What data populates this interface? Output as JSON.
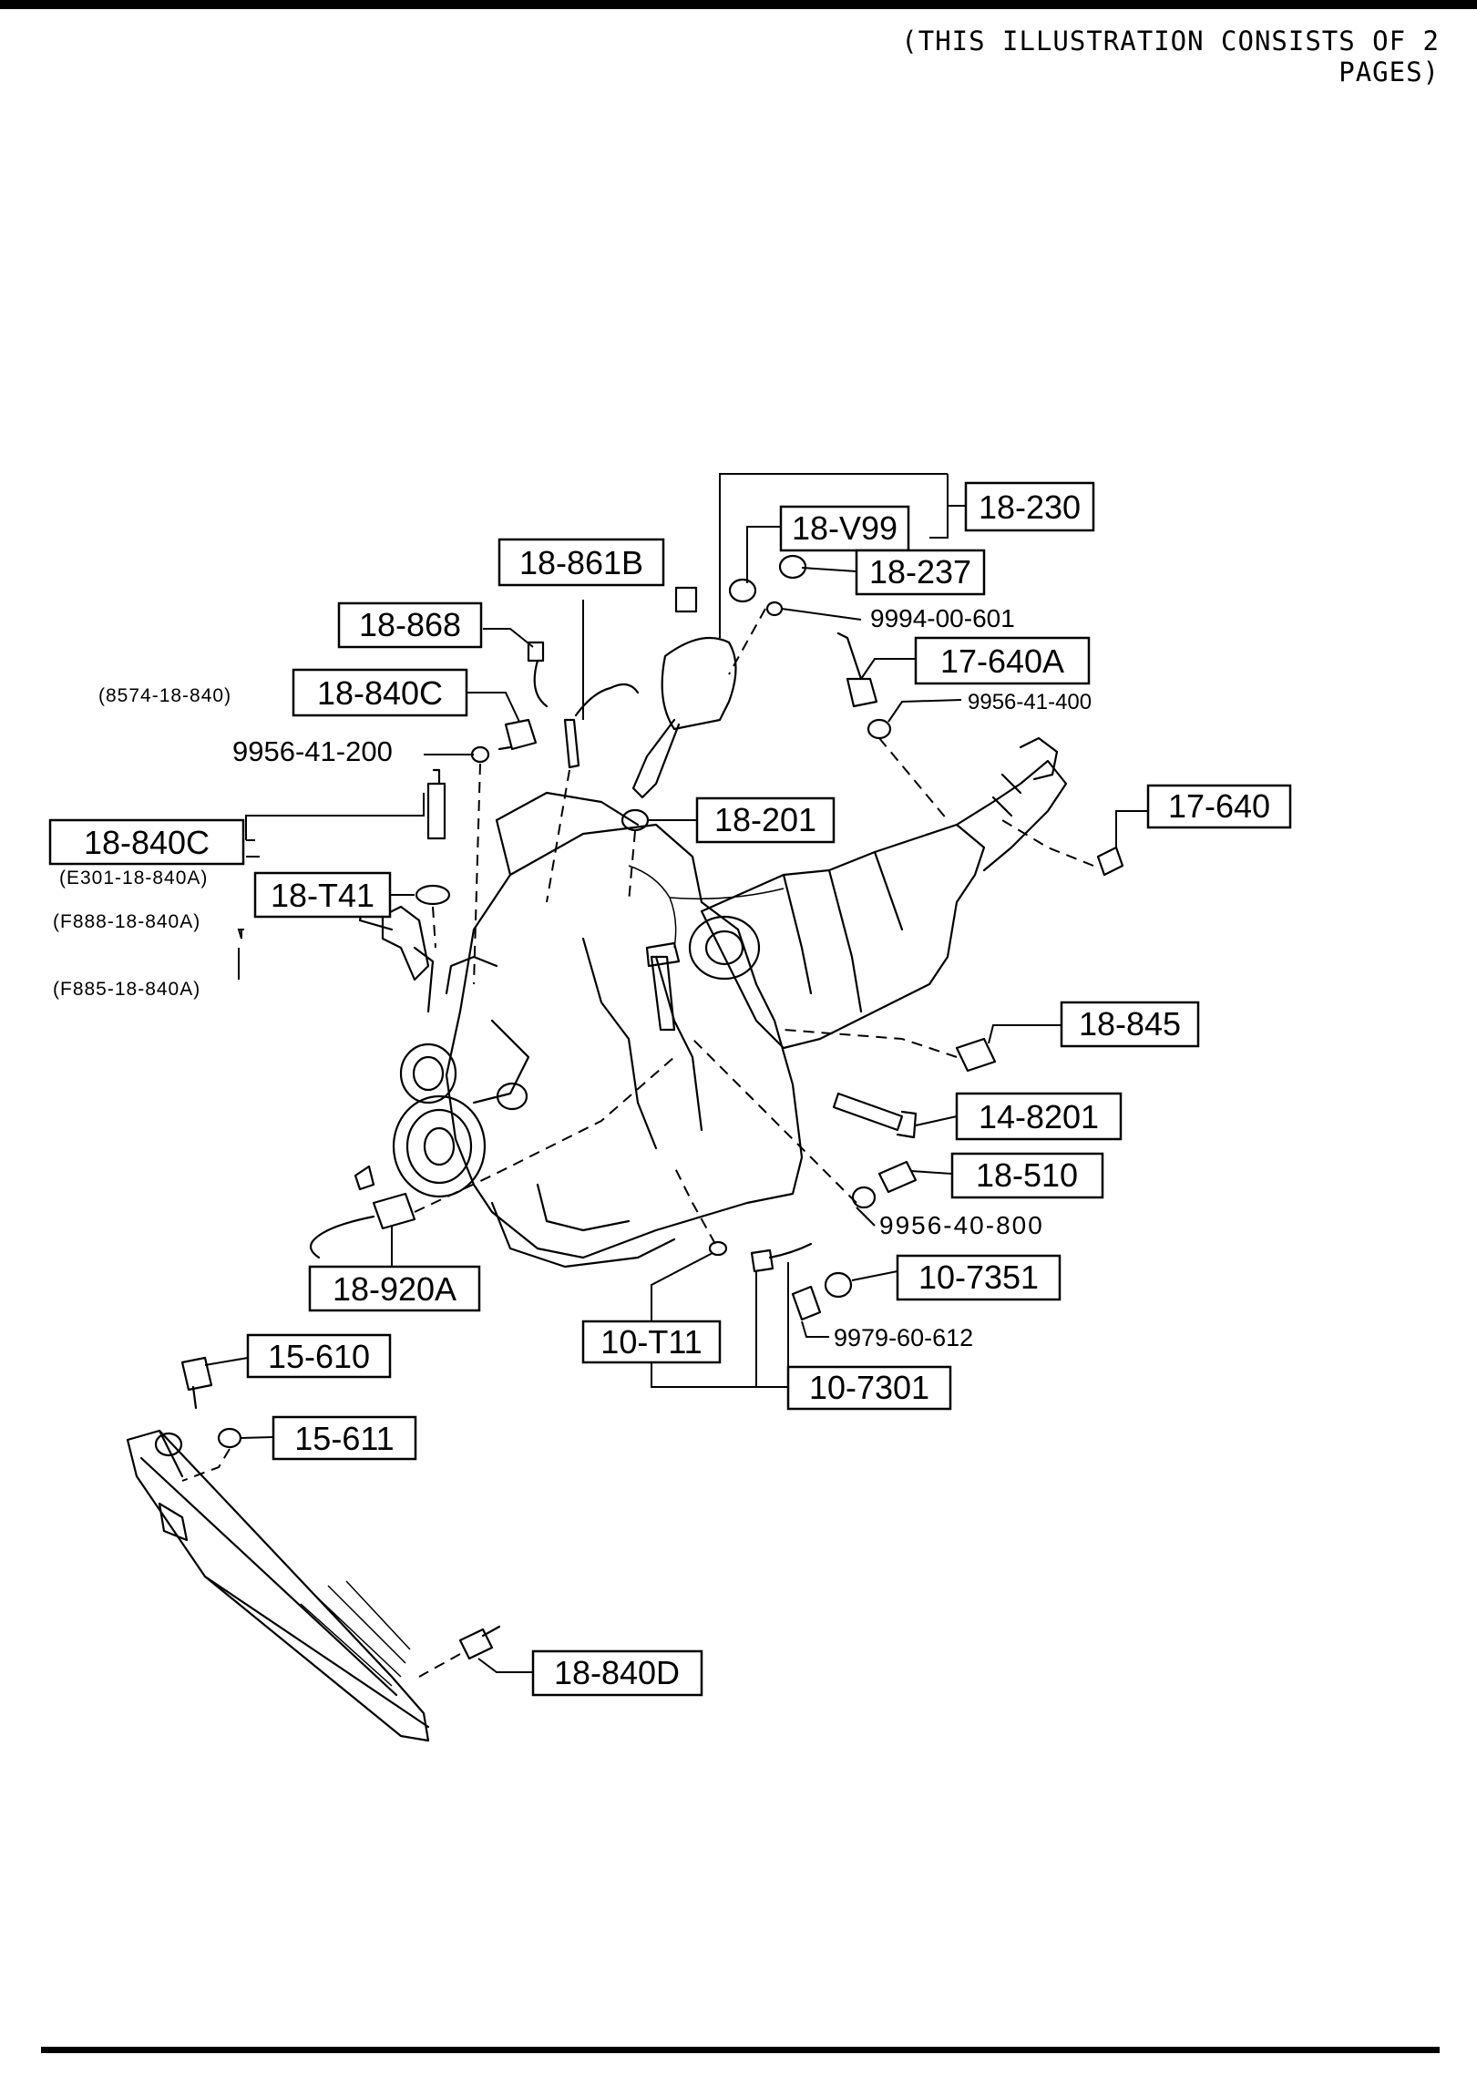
{
  "header": {
    "note": "(THIS ILLUSTRATION CONSISTS OF  2 PAGES)"
  },
  "labels": {
    "p18_230": "18-230",
    "p18_v99": "18-V99",
    "p18_237": "18-237",
    "p9994_00_601": "9994-00-601",
    "p18_861b": "18-861B",
    "p18_868": "18-868",
    "p17_640a": "17-640A",
    "p9956_41_400": "9956-41-400",
    "p8574_18_840": "(8574-18-840)",
    "p18_840c_top": "18-840C",
    "p9956_41_200": "9956-41-200",
    "p18_201": "18-201",
    "p17_640": "17-640",
    "p18_840c_left": "18-840C",
    "pE301_18_840a": "(E301-18-840A)",
    "p18_t41": "18-T41",
    "pF888_18_840a": "(F888-18-840A)",
    "pF885_18_840a": "(F885-18-840A)",
    "p18_845": "18-845",
    "p14_8201": "14-8201",
    "p18_510": "18-510",
    "p9956_40_800": "9956-40-800",
    "p18_920a": "18-920A",
    "p10_7351": "10-7351",
    "p9979_60_612": "9979-60-612",
    "p10_t11": "10-T11",
    "p10_7301": "10-7301",
    "p15_610": "15-610",
    "p15_611": "15-611",
    "p18_840d": "18-840D"
  }
}
